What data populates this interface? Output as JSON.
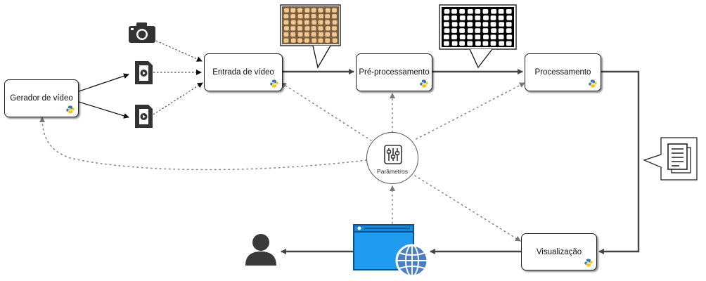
{
  "nodes": {
    "gerador": "Gerador de vídeo",
    "entrada": "Entrada de vídeo",
    "pre": "Pré-processamento",
    "processamento": "Processamento",
    "visualizacao": "Visualização",
    "parametros": "Parâmetros"
  },
  "icons": {
    "camera": "camera-icon",
    "video_file": "video-file-icon",
    "python": "python-icon",
    "sliders": "sliders-icon",
    "document": "document-icon",
    "browser": "browser-window-icon",
    "globe": "globe-icon",
    "user": "user-icon"
  },
  "colors": {
    "line": "#444444",
    "dotted": "#888888",
    "browser_blue": "#1f9bf0",
    "globe_blue": "#4a7fc1",
    "user_gray": "#3a3a3a",
    "sample_bg": "#7a5e40",
    "sample_fg": "#f2c890"
  }
}
